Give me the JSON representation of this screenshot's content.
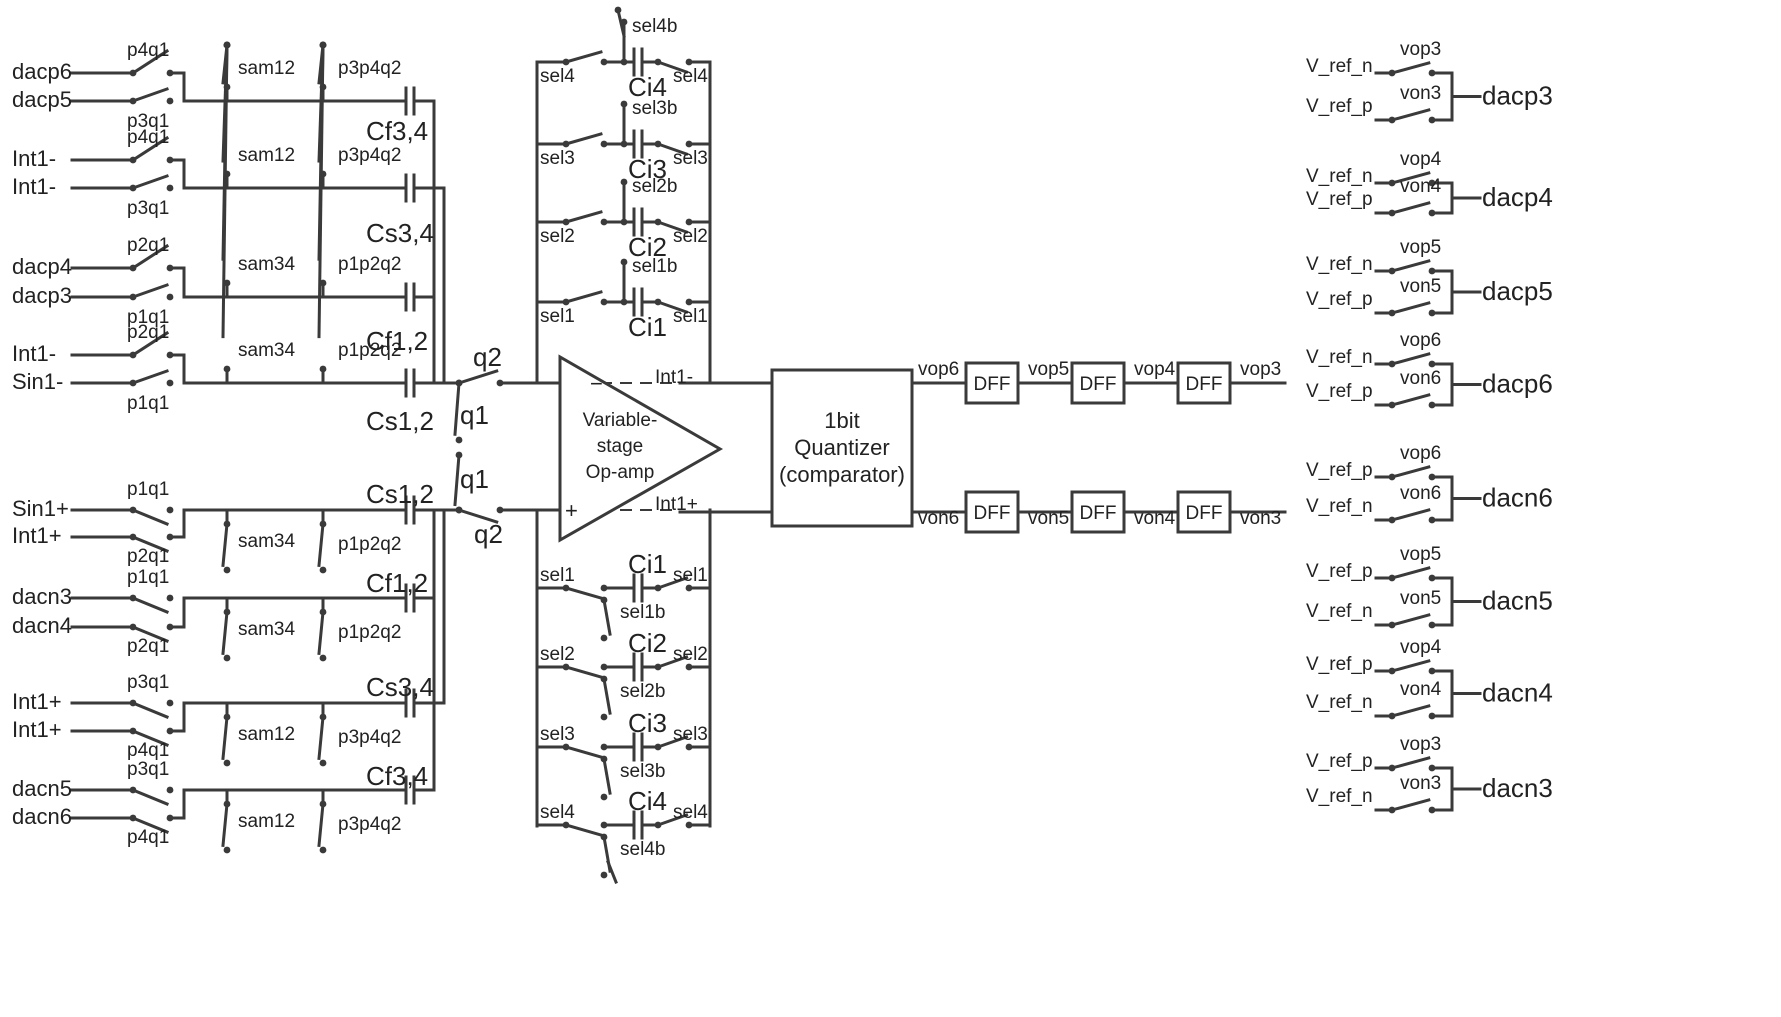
{
  "title": "",
  "input_groups": [
    {
      "inputs": [
        "dacp6",
        "dacp5"
      ],
      "clocks": [
        "p4q1",
        "p3q1"
      ],
      "sample": "sam12",
      "hold": "p3p4q2",
      "cap": "Cf3,4"
    },
    {
      "inputs": [
        "Int1-",
        "Int1-"
      ],
      "clocks": [
        "p4q1",
        "p3q1"
      ],
      "sample": "sam12",
      "hold": "p3p4q2",
      "cap": "Cs3,4"
    },
    {
      "inputs": [
        "dacp4",
        "dacp3"
      ],
      "clocks": [
        "p2q1",
        "p1q1"
      ],
      "sample": "sam34",
      "hold": "p1p2q2",
      "cap": "Cf1,2"
    },
    {
      "inputs": [
        "Int1-",
        "Sin1-"
      ],
      "clocks": [
        "p2q1",
        "p1q1"
      ],
      "sample": "sam34",
      "hold": "p1p2q2",
      "cap": "Cs1,2"
    },
    {
      "inputs": [
        "Sin1+",
        "Int1+"
      ],
      "clocks": [
        "p1q1",
        "p2q1"
      ],
      "sample": "sam34",
      "hold": "p1p2q2",
      "cap": "Cs1,2"
    },
    {
      "inputs": [
        "dacn3",
        "dacn4"
      ],
      "clocks": [
        "p1q1",
        "p2q1"
      ],
      "sample": "sam34",
      "hold": "p1p2q2",
      "cap": "Cf1,2"
    },
    {
      "inputs": [
        "Int1+",
        "Int1+"
      ],
      "clocks": [
        "p3q1",
        "p4q1"
      ],
      "sample": "sam12",
      "hold": "p3p4q2",
      "cap": "Cs3,4"
    },
    {
      "inputs": [
        "dacn5",
        "dacn6"
      ],
      "clocks": [
        "p3q1",
        "p4q1"
      ],
      "sample": "sam12",
      "hold": "p3p4q2",
      "cap": "Cf3,4"
    }
  ],
  "input_switches": {
    "top_clock": "q2",
    "top_ground": "q1",
    "bottom_ground": "q1",
    "bottom_clock": "q2"
  },
  "opamp": {
    "label_line1": "Variable-",
    "label_line2": "stage",
    "label_line3": "Op-amp",
    "out_minus": "Int1-",
    "out_plus": "Int1+"
  },
  "feedback_top": [
    {
      "cap": "Ci4",
      "sel": "sel4",
      "bypass": "sel4b"
    },
    {
      "cap": "Ci3",
      "sel": "sel3",
      "bypass": "sel3b"
    },
    {
      "cap": "Ci2",
      "sel": "sel2",
      "bypass": "sel2b"
    },
    {
      "cap": "Ci1",
      "sel": "sel1",
      "bypass": "sel1b"
    }
  ],
  "feedback_bottom": [
    {
      "cap": "Ci1",
      "sel": "sel1",
      "bypass": "sel1b"
    },
    {
      "cap": "Ci2",
      "sel": "sel2",
      "bypass": "sel2b"
    },
    {
      "cap": "Ci3",
      "sel": "sel3",
      "bypass": "sel3b"
    },
    {
      "cap": "Ci4",
      "sel": "sel4",
      "bypass": "sel4b"
    }
  ],
  "quantizer": {
    "line1": "1bit",
    "line2": "Quantizer",
    "line3": "(comparator)"
  },
  "dff_label": "DFF",
  "chain_top": [
    "vop6",
    "vop5",
    "vop4",
    "vop3"
  ],
  "chain_bottom": [
    "von6",
    "von5",
    "von4",
    "von3"
  ],
  "dac_muxes": [
    {
      "ref_top": "V_ref_n",
      "ref_bottom": "V_ref_p",
      "sel_top": "vop3",
      "sel_bottom": "von3",
      "out": "dacp3"
    },
    {
      "ref_top": "V_ref_n",
      "ref_bottom": "V_ref_p",
      "sel_top": "vop4",
      "sel_bottom": "von4",
      "out": "dacp4"
    },
    {
      "ref_top": "V_ref_n",
      "ref_bottom": "V_ref_p",
      "sel_top": "vop5",
      "sel_bottom": "von5",
      "out": "dacp5"
    },
    {
      "ref_top": "V_ref_n",
      "ref_bottom": "V_ref_p",
      "sel_top": "vop6",
      "sel_bottom": "von6",
      "out": "dacp6"
    },
    {
      "ref_top": "V_ref_p",
      "ref_bottom": "V_ref_n",
      "sel_top": "vop6",
      "sel_bottom": "von6",
      "out": "dacn6"
    },
    {
      "ref_top": "V_ref_p",
      "ref_bottom": "V_ref_n",
      "sel_top": "vop5",
      "sel_bottom": "von5",
      "out": "dacn5"
    },
    {
      "ref_top": "V_ref_p",
      "ref_bottom": "V_ref_n",
      "sel_top": "vop4",
      "sel_bottom": "von4",
      "out": "dacn4"
    },
    {
      "ref_top": "V_ref_p",
      "ref_bottom": "V_ref_n",
      "sel_top": "vop3",
      "sel_bottom": "von3",
      "out": "dacn3"
    }
  ],
  "colors": {
    "wire": "#3a3a3a",
    "background": "#ffffff",
    "text": "#222222"
  }
}
